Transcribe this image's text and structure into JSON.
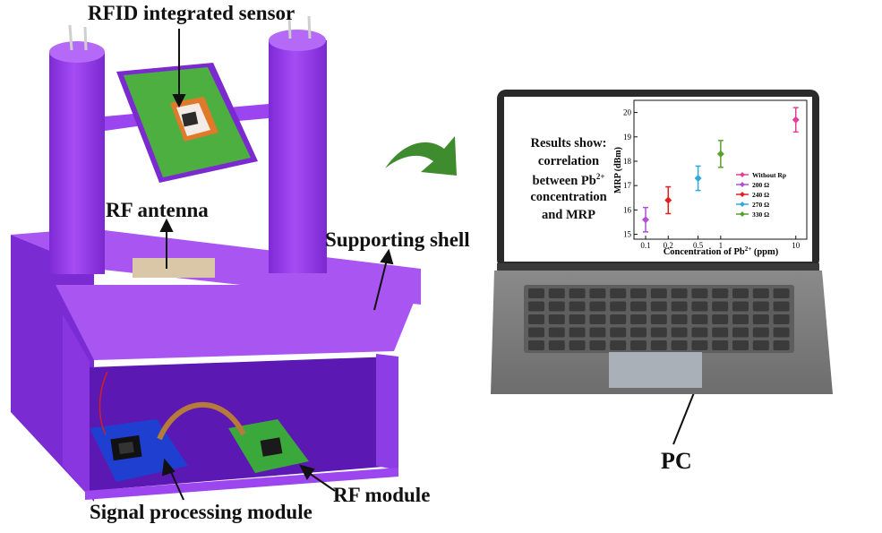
{
  "labels": {
    "rfid_sensor": "RFID integrated sensor",
    "rf_antenna": "RF antenna",
    "supporting_shell": "Supporting shell",
    "signal_processing_module": "Signal processing module",
    "rf_module": "RF module",
    "pc": "PC"
  },
  "screen_text": {
    "line1": "Results show:",
    "line2": "correlation",
    "line3_prefix": "between Pb",
    "line3_sup": "2+",
    "line4": "concentration",
    "line5": "and MRP"
  },
  "colors": {
    "shell": "#9a3ff0",
    "shell_dark": "#6d1fc0",
    "sensor_board": "#4caf3f",
    "circuit_board_blue": "#1f3fd0",
    "circuit_board_green": "#3aa83a",
    "laptop_body": "#7f7f7f",
    "arrow_green": "#3f8c2f"
  },
  "chart_data": {
    "type": "scatter",
    "xlabel_prefix": "Concentration of Pb",
    "xlabel_sup": "2+",
    "xlabel_suffix": " (ppm)",
    "ylabel": "MRP (dBm)",
    "x_scale": "log",
    "categories": [
      "0.1",
      "0.2",
      "0.5",
      "1",
      "10"
    ],
    "yticks": [
      "15",
      "16",
      "17",
      "18",
      "19",
      "20"
    ],
    "ylim": [
      14.8,
      20.5
    ],
    "legend_placement": "center-right",
    "series": [
      {
        "name": "Without Rp",
        "color": "#e0409a",
        "x": "10",
        "y": 19.7,
        "err": 0.5
      },
      {
        "name": "200 Ω",
        "color": "#b04fd8",
        "x": "0.1",
        "y": 15.6,
        "err": 0.5
      },
      {
        "name": "240 Ω",
        "color": "#e02020",
        "x": "0.2",
        "y": 16.4,
        "err": 0.55
      },
      {
        "name": "270 Ω",
        "color": "#2fa8e0",
        "x": "0.5",
        "y": 17.3,
        "err": 0.5
      },
      {
        "name": "330 Ω",
        "color": "#5aa02c",
        "x": "1",
        "y": 18.3,
        "err": 0.55
      }
    ]
  }
}
